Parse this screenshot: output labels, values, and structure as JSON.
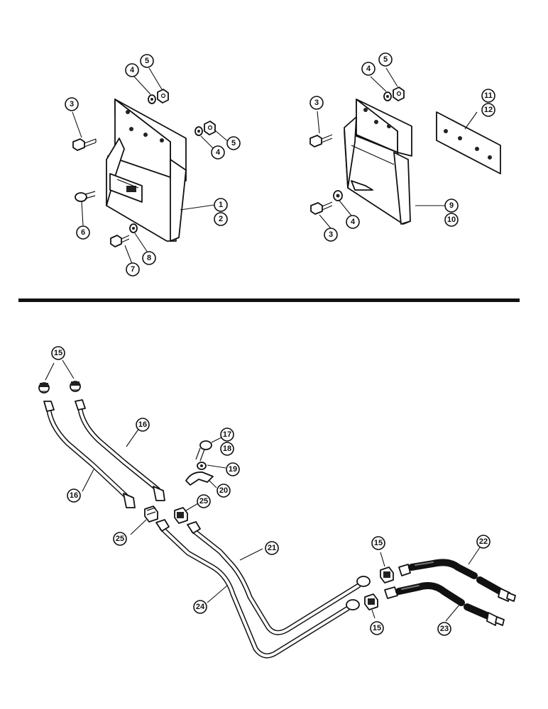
{
  "callouts": {
    "c1": "1",
    "c2": "2",
    "c3a": "3",
    "c4a": "4",
    "c5a": "5",
    "c4b": "4",
    "c5b": "5",
    "c6": "6",
    "c7": "7",
    "c8": "8",
    "c3b": "3",
    "c4c": "4",
    "c5c": "5",
    "c3c": "3",
    "c4d": "4",
    "c9": "9",
    "c10": "10",
    "c11": "11",
    "c12": "12",
    "c15a": "15",
    "c16a": "16",
    "c16b": "16",
    "c17": "17",
    "c18": "18",
    "c19": "19",
    "c20": "20",
    "c25a": "25",
    "c25b": "25",
    "c21": "21",
    "c24": "24",
    "c15b": "15",
    "c15c": "15",
    "c22": "22",
    "c23": "23"
  }
}
